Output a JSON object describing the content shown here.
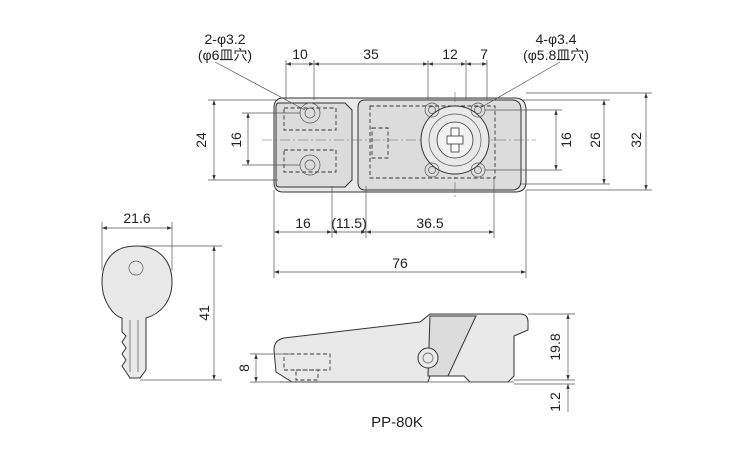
{
  "drawing": {
    "model": "PP-80K",
    "top_view": {
      "holes_left": "2-φ3.2",
      "holes_left_note": "(φ6皿穴)",
      "holes_right": "4-φ3.4",
      "holes_right_note": "(φ5.8皿穴)",
      "dim_top_1": "10",
      "dim_top_2": "35",
      "dim_top_3": "12",
      "dim_top_4": "7",
      "dim_left_outer": "24",
      "dim_left_inner": "16",
      "dim_right_inner": "16",
      "dim_right_mid": "26",
      "dim_right_outer": "32",
      "dim_bottom_1": "16",
      "dim_bottom_2": "(11.5)",
      "dim_bottom_3": "36.5",
      "dim_overall": "76"
    },
    "key_view": {
      "dim_width": "21.6",
      "dim_height": "41"
    },
    "side_view": {
      "dim_left": "8",
      "dim_height": "19.8",
      "dim_base": "1.2"
    }
  }
}
